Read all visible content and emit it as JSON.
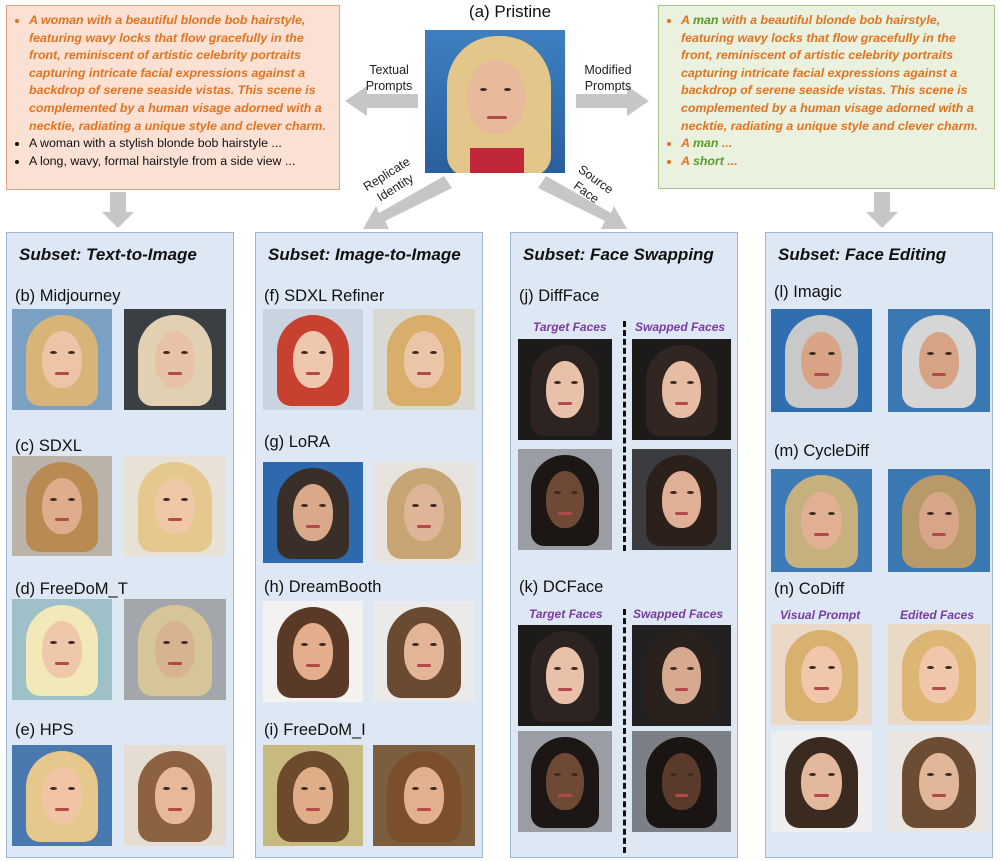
{
  "pristine": {
    "title": "(a) Pristine"
  },
  "left_prompts": {
    "main_line1": "A woman with a beautiful blonde bob hairstyle, featuring wavy locks that flow gracefully in the front, reminiscent of artistic celebrity portraits capturing intricate facial expressions against a backdrop of serene seaside vistas. This scene is complemented by a human visage adorned with a necktie, radiating a unique style and clever charm.",
    "item2": "A woman with a stylish blonde bob hairstyle ...",
    "item3": "A long, wavy, formal hairstyle from a side view ..."
  },
  "right_prompts": {
    "p1_a": "A ",
    "p1_man": "man",
    "p1_b": " with a beautiful blonde bob hairstyle, featuring wavy locks that flow gracefully in the front, reminiscent of artistic celebrity portraits capturing intricate facial expressions against a backdrop of serene seaside vistas. This scene is complemented by a human visage adorned with a necktie, radiating a unique style and clever charm.",
    "p2_a": "A ",
    "p2_man": "man",
    "p2_b": " ...",
    "p3_a": "A ",
    "p3_short": "short",
    "p3_b": " ..."
  },
  "arrow_labels": {
    "textual": "Textual Prompts",
    "modified": "Modified Prompts",
    "replicate": "Replicate Identity",
    "source": "Source Face"
  },
  "panels": {
    "t2i": {
      "title": "Subset: Text-to-Image",
      "methods": [
        "(b) Midjourney",
        "(c) SDXL",
        "(d) FreeDoM_T",
        "(e) HPS"
      ]
    },
    "i2i": {
      "title": "Subset: Image-to-Image",
      "methods": [
        "(f) SDXL Refiner",
        "(g) LoRA",
        "(h) DreamBooth",
        "(i) FreeDoM_I"
      ]
    },
    "swap": {
      "title": "Subset: Face Swapping",
      "methods": [
        "(j) DiffFace",
        "(k) DCFace"
      ],
      "target_label": "Target Faces",
      "swapped_label": "Swapped Faces"
    },
    "edit": {
      "title": "Subset: Face Editing",
      "methods": [
        "(l) Imagic",
        "(m) CycleDiff",
        "(n) CoDiff"
      ],
      "visual_prompt_label": "Visual Prompt",
      "edited_label": "Edited Faces"
    }
  }
}
